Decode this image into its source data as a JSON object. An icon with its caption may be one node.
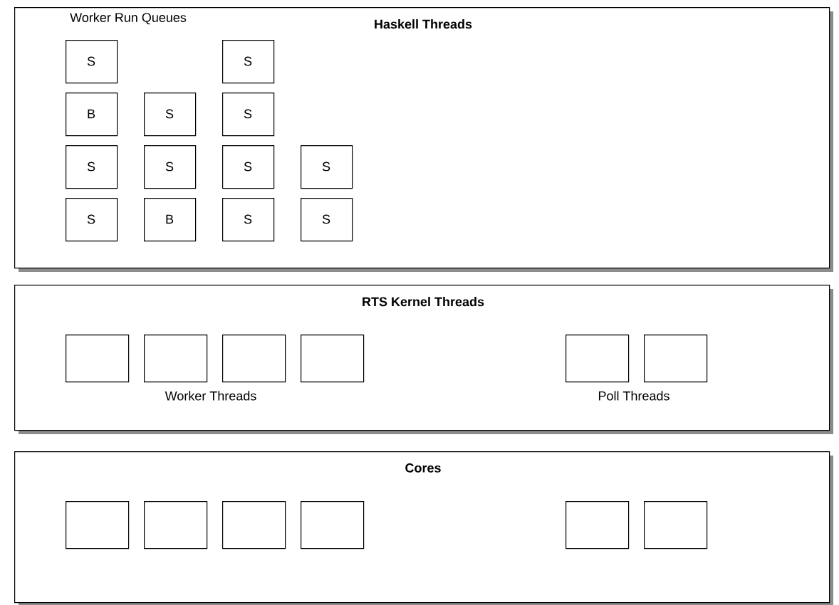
{
  "diagram": {
    "nodes": [
      {
        "text": [
          "Haskell Threads"
        ]
      },
      {
        "text": [
          "S"
        ],
        "in": 0
      },
      {
        "text": [
          "S"
        ],
        "in": 0
      },
      {
        "text": [
          "B"
        ],
        "in": 0
      },
      {
        "text": [
          "S"
        ],
        "in": 0
      },
      {
        "text": [
          "S"
        ],
        "in": 0
      },
      {
        "text": [
          "S"
        ],
        "in": 0
      },
      {
        "text": [
          "S"
        ],
        "in": 0
      },
      {
        "text": [
          "S"
        ],
        "in": 0
      },
      {
        "text": [
          "S"
        ],
        "in": 0
      },
      {
        "text": [
          "S"
        ],
        "in": 0
      },
      {
        "text": [
          "B"
        ],
        "in": 0
      },
      {
        "text": [
          "S"
        ],
        "in": 0
      },
      {
        "text": [
          "S"
        ],
        "in": 0
      },
      {
        "text": [
          "RTS Kernel Threads"
        ]
      },
      {
        "text": [],
        "shape": "box",
        "in": 14
      },
      {
        "text": [],
        "shape": "box",
        "in": 14
      },
      {
        "text": [],
        "shape": "box",
        "in": 14
      },
      {
        "text": [],
        "shape": "box",
        "in": 14
      },
      {
        "text": [],
        "shape": "box",
        "in": 14
      },
      {
        "text": [],
        "shape": "box",
        "in": 14
      },
      {
        "text": [
          "Cores"
        ]
      },
      {
        "text": [],
        "shape": "box",
        "in": 21
      },
      {
        "text": [],
        "shape": "box",
        "in": 21
      },
      {
        "text": [],
        "shape": "box",
        "in": 21
      },
      {
        "text": [],
        "shape": "box",
        "in": 21
      },
      {
        "text": [],
        "shape": "box",
        "in": 21
      },
      {
        "text": [],
        "shape": "box",
        "in": 21
      }
    ],
    "labels": [
      "Worker Run Queues",
      "Worker Threads",
      "Poll Threads"
    ]
  }
}
